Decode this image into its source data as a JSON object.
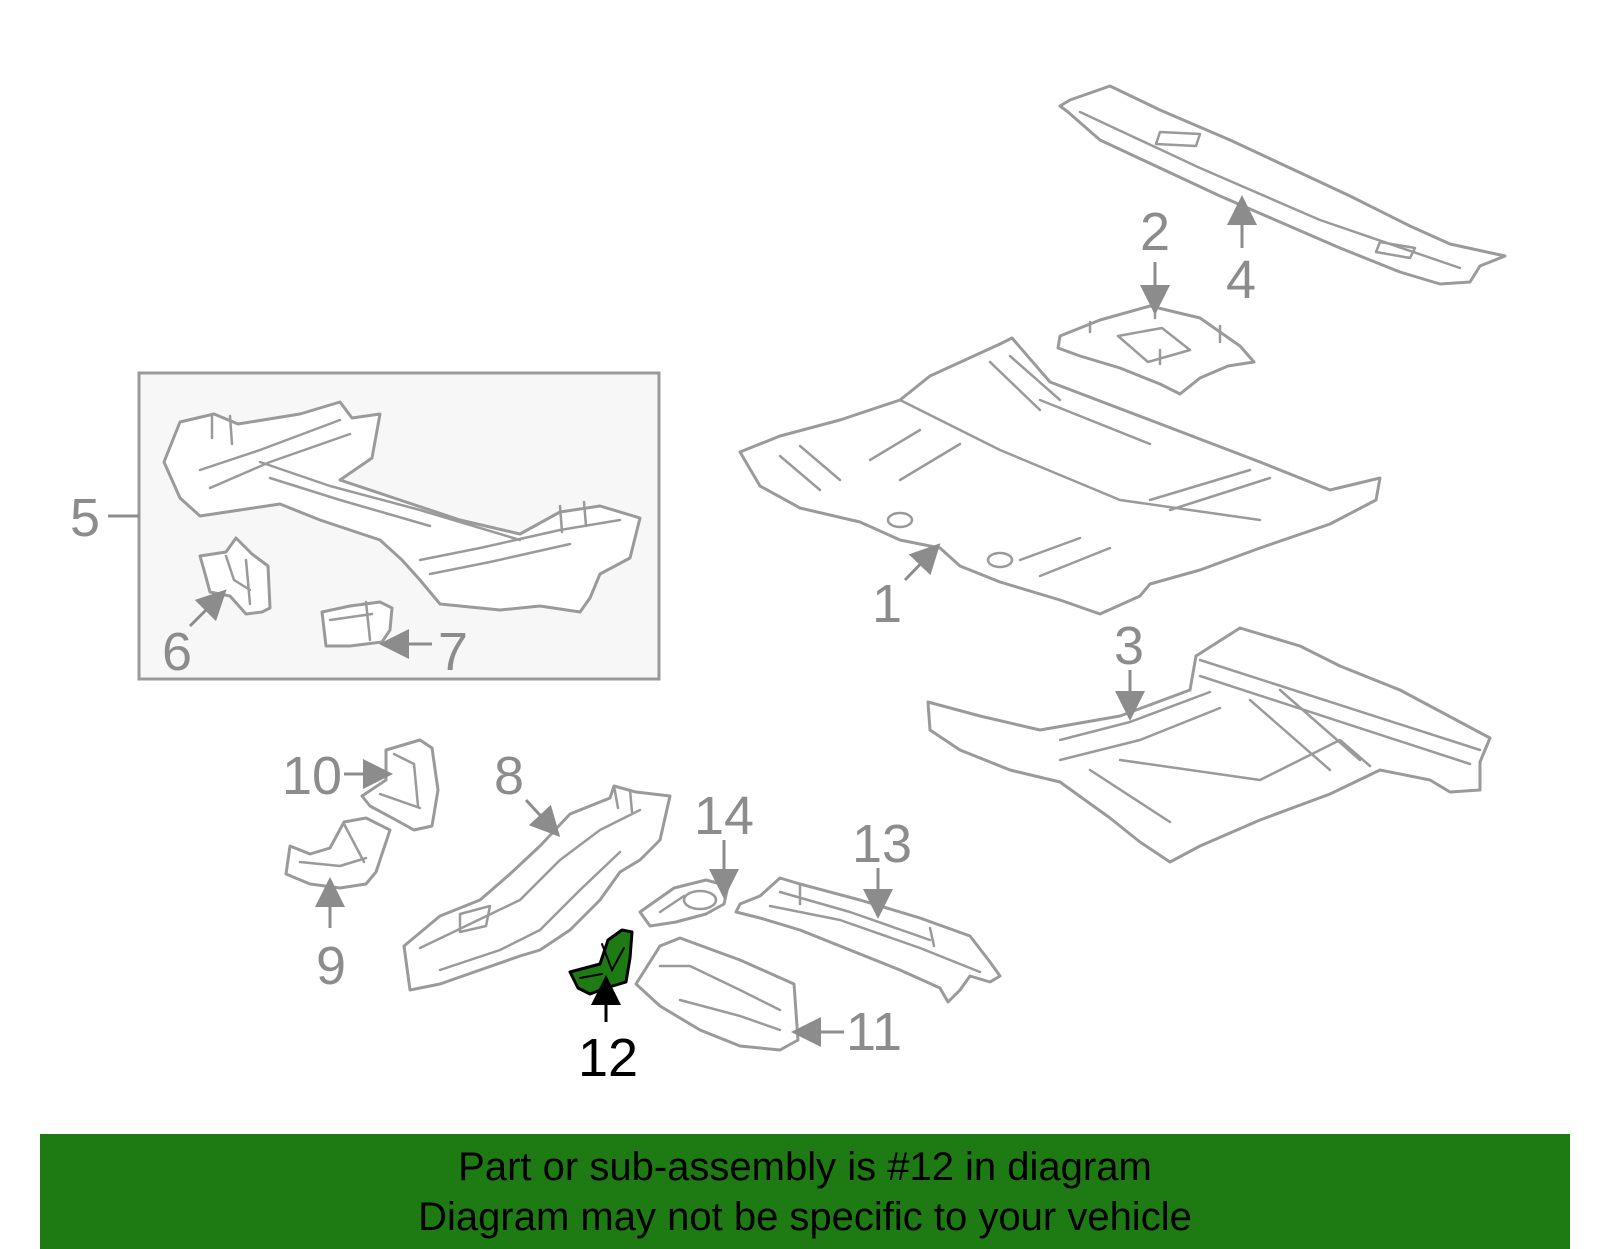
{
  "callouts": {
    "c1": "1",
    "c2": "2",
    "c3": "3",
    "c4": "4",
    "c5": "5",
    "c6": "6",
    "c7": "7",
    "c8": "8",
    "c9": "9",
    "c10": "10",
    "c11": "11",
    "c12": "12",
    "c13": "13",
    "c14": "14"
  },
  "highlighted_part": "12",
  "colors": {
    "highlight": "#1e7a12",
    "line_art": "#9a9a9a",
    "banner": "#1e7a12",
    "inset_bg": "#f7f7f7"
  },
  "banner": {
    "line1": "Part or sub-assembly is #12 in diagram",
    "line2": "Diagram may not be specific to your vehicle"
  }
}
